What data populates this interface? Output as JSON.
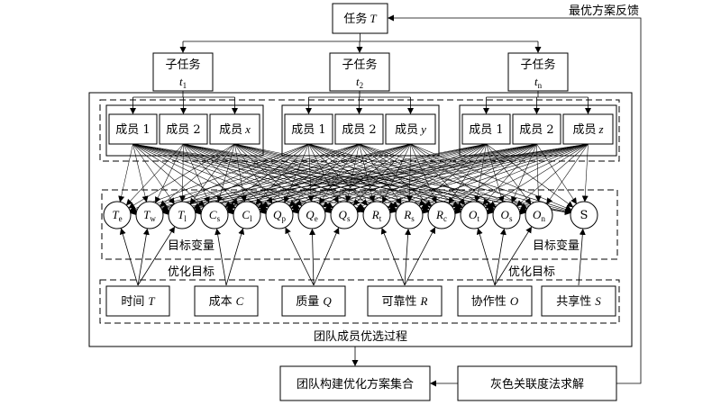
{
  "diagram": {
    "task": {
      "label": "任务",
      "var": "T"
    },
    "feedback_label": "最优方案反馈",
    "subtasks": [
      {
        "label": "子任务",
        "var": "t",
        "sub": "1"
      },
      {
        "label": "子任务",
        "var": "t",
        "sub": "2"
      },
      {
        "label": "子任务",
        "var": "t",
        "sub": "n"
      }
    ],
    "member_groups": [
      [
        {
          "label": "成员 1",
          "var": ""
        },
        {
          "label": "成员 2",
          "var": ""
        },
        {
          "label": "成员",
          "var": "x"
        }
      ],
      [
        {
          "label": "成员 1",
          "var": ""
        },
        {
          "label": "成员 2",
          "var": ""
        },
        {
          "label": "成员",
          "var": "y"
        }
      ],
      [
        {
          "label": "成员 1",
          "var": ""
        },
        {
          "label": "成员 2",
          "var": ""
        },
        {
          "label": "成员",
          "var": "z"
        }
      ]
    ],
    "target_vars": [
      {
        "main": "T",
        "sub": "e"
      },
      {
        "main": "T",
        "sub": "w"
      },
      {
        "main": "T",
        "sub": "l"
      },
      {
        "main": "C",
        "sub": "s"
      },
      {
        "main": "C",
        "sub": "l"
      },
      {
        "main": "Q",
        "sub": "p"
      },
      {
        "main": "Q",
        "sub": "e"
      },
      {
        "main": "Q",
        "sub": "s"
      },
      {
        "main": "R",
        "sub": "t"
      },
      {
        "main": "R",
        "sub": "s"
      },
      {
        "main": "R",
        "sub": "c"
      },
      {
        "main": "O",
        "sub": "t"
      },
      {
        "main": "O",
        "sub": "s"
      },
      {
        "main": "O",
        "sub": "n"
      },
      {
        "main": "S",
        "sub": ""
      }
    ],
    "target_var_label_left": "目标变量",
    "target_var_label_right": "目标变量",
    "opt_goal_label_left": "优化目标",
    "opt_goal_label_right": "优化目标",
    "goals": [
      {
        "label": "时间",
        "var": "T"
      },
      {
        "label": "成本",
        "var": "C"
      },
      {
        "label": "质量",
        "var": "Q"
      },
      {
        "label": "可靠性",
        "var": "R"
      },
      {
        "label": "协作性",
        "var": "O"
      },
      {
        "label": "共享性",
        "var": "S"
      }
    ],
    "outer_label": "团队成员优选过程",
    "build_label": "团队构建优化方案集合",
    "solve_label": "灰色关联度法求解"
  }
}
